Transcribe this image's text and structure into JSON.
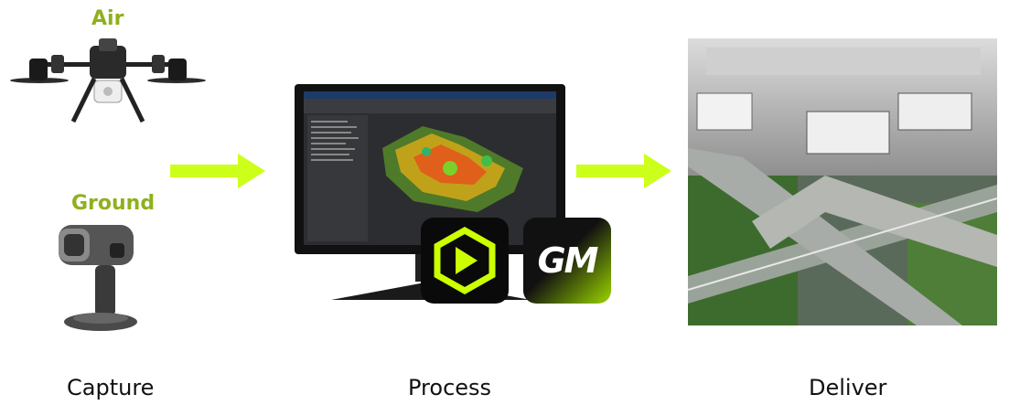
{
  "capture": {
    "air_label": "Air",
    "ground_label": "Ground",
    "title": "Capture"
  },
  "process": {
    "title": "Process",
    "logo_text": "GM"
  },
  "deliver": {
    "title": "Deliver"
  },
  "colors": {
    "accent": "#ccff00",
    "label_green": "#8fb01e",
    "arrow": "#ccff1a"
  }
}
